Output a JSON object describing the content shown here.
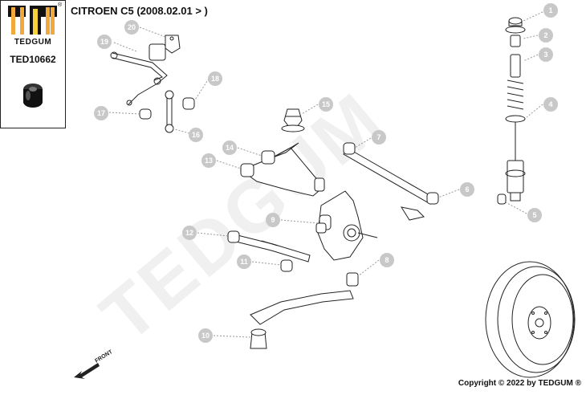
{
  "header": {
    "model": "CITROEN C5 (2008.02.01 > )"
  },
  "sidebox": {
    "brand": "TEDGUM",
    "registered_mark": "®",
    "part_number": "TED10662"
  },
  "watermark": "TEDGUM",
  "footer": {
    "copyright": "Copyright © 2022 by TEDGUM ®"
  },
  "front_label": "FRONT",
  "callouts": [
    "1",
    "2",
    "3",
    "4",
    "5",
    "6",
    "7",
    "8",
    "9",
    "10",
    "11",
    "12",
    "13",
    "14",
    "15",
    "16",
    "17",
    "18",
    "19",
    "20"
  ],
  "colors": {
    "callout_fill": "#c8c8c8",
    "line": "#222222",
    "logo_orange": "#f2a93b",
    "logo_yellow": "#f5d23a",
    "watermark": "#f0f0f0"
  }
}
